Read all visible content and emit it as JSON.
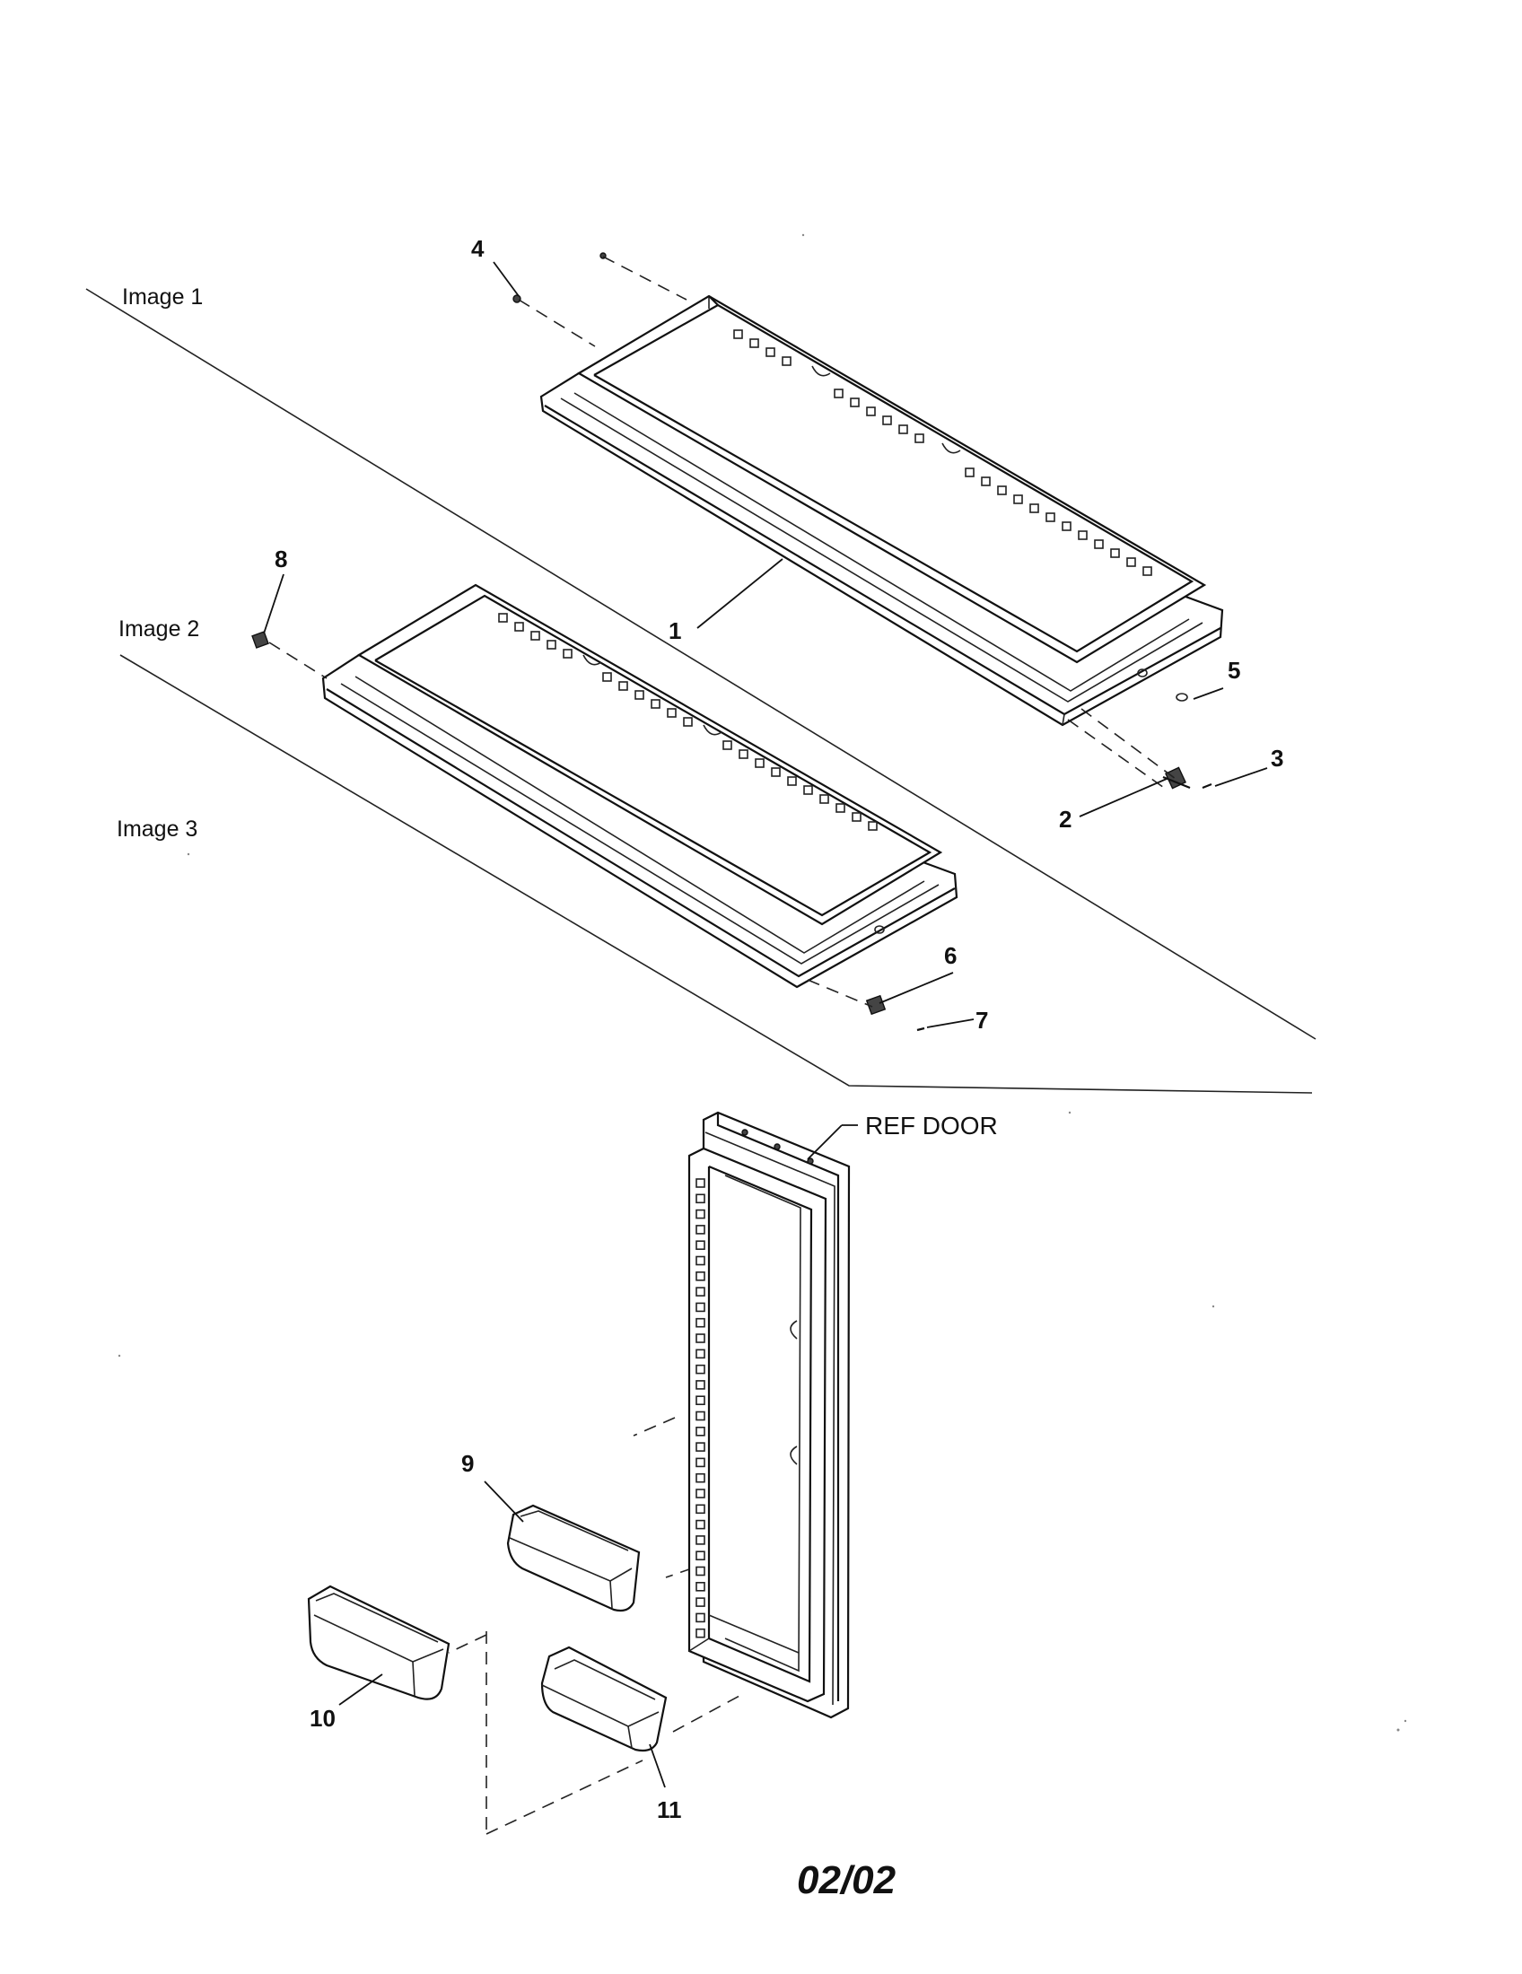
{
  "section_labels": [
    "Image 1",
    "Image 2",
    "Image 3"
  ],
  "callouts": [
    "1",
    "2",
    "3",
    "4",
    "5",
    "6",
    "7",
    "8",
    "9",
    "10",
    "11"
  ],
  "ref_door_label": "REF DOOR",
  "page_number": "02/02",
  "parts": {
    "shelf_upper": "door-shelf-image-1",
    "shelf_lower": "door-shelf-image-2",
    "door": "refrigerator-door",
    "bins": [
      "door-bin-9",
      "door-bin-10",
      "door-bin-11"
    ]
  }
}
